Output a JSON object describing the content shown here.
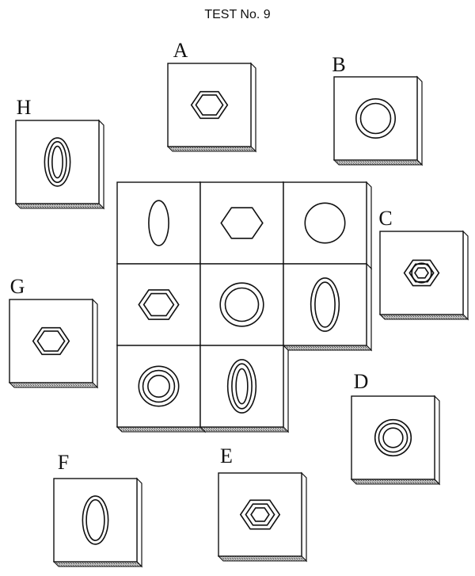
{
  "title": "TEST No. 9",
  "grid": [
    [
      "ellipse",
      "hexagon",
      "circle"
    ],
    [
      "double-hexagon",
      "double-circle",
      "double-ellipse"
    ],
    [
      "triple-circle",
      "triple-ellipse",
      "missing"
    ]
  ],
  "options": [
    {
      "label": "A",
      "shape": "double-hexagon"
    },
    {
      "label": "B",
      "shape": "double-circle"
    },
    {
      "label": "C",
      "shape": "hexagon-in-hexagon-in-hexagon"
    },
    {
      "label": "D",
      "shape": "triple-circle"
    },
    {
      "label": "E",
      "shape": "triple-hexagon"
    },
    {
      "label": "F",
      "shape": "double-ellipse"
    },
    {
      "label": "G",
      "shape": "double-hexagon"
    },
    {
      "label": "H",
      "shape": "triple-ellipse"
    }
  ],
  "colors": {
    "ink": "#111111",
    "shadow": "#8a8a8a"
  }
}
